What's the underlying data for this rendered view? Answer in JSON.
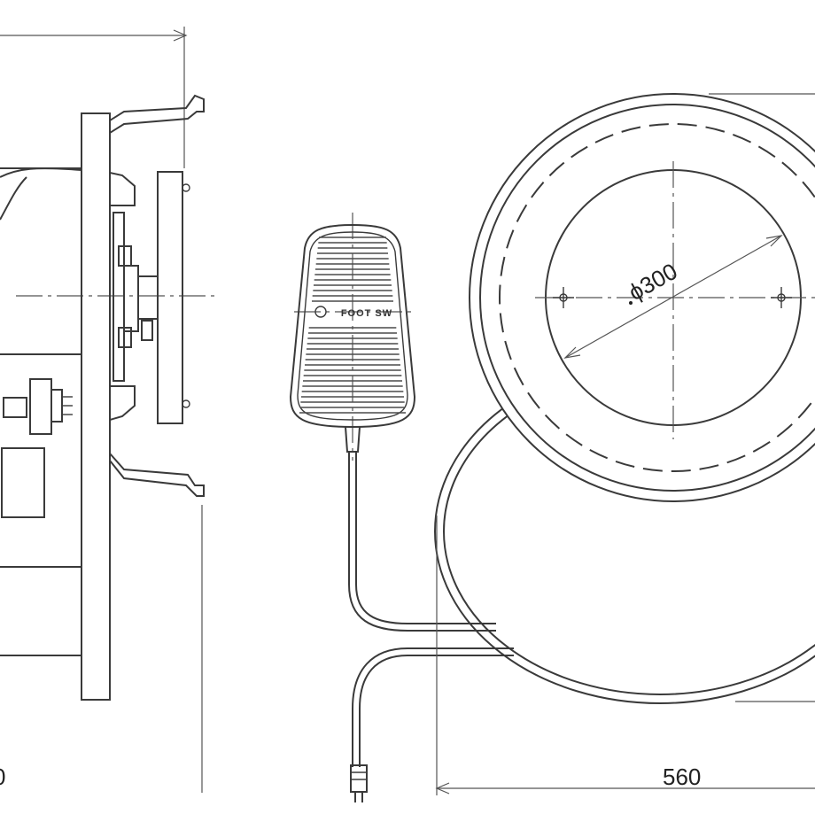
{
  "dimensions": {
    "width_label": "560",
    "left_label": "0",
    "diameter_label": "ϕ300"
  },
  "foot_switch": {
    "label": "FOOT SW"
  }
}
